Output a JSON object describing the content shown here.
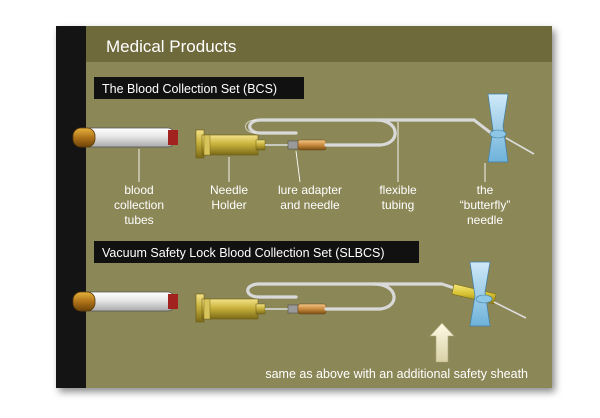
{
  "header": {
    "title": "Medical Products"
  },
  "sections": {
    "bcs": {
      "title": "The Blood Collection Set (BCS)"
    },
    "slbcs": {
      "title": "Vacuum Safety Lock  Blood Collection Set (SLBCS)"
    }
  },
  "labels": {
    "tubes": [
      "blood",
      "collection",
      "tubes"
    ],
    "holder": [
      "Needle",
      "Holder"
    ],
    "adapter": [
      "lure adapter",
      "and needle"
    ],
    "tubing": [
      "flexible",
      "tubing"
    ],
    "butterfly": [
      "the",
      "“butterfly”",
      "needle"
    ]
  },
  "note": "same as above with an additional safety sheath",
  "colors": {
    "panel": "#8b8757",
    "header_band": "#6f6a3c",
    "left_bar": "#141414",
    "tube_cap": "#b0731a",
    "holder": "#c9b23c",
    "wing": "#8ec6e6",
    "sheath": "#d8c232",
    "arrow": "#efe9c8"
  },
  "icons": [
    "blood-collection-tube-icon",
    "needle-holder-icon",
    "lure-adapter-icon",
    "butterfly-needle-icon",
    "up-arrow-icon"
  ]
}
